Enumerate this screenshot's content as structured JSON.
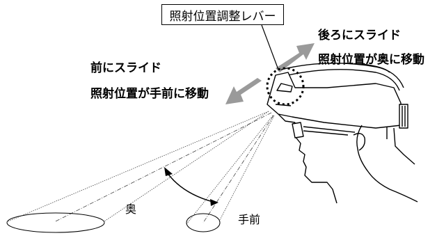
{
  "lever_label": "照射位置調整レバー",
  "back_slide": {
    "line1": "後ろにスライド",
    "line2": "照射位置が奥に移動"
  },
  "front_slide": {
    "line1": "前にスライド",
    "line2": "照射位置が手前に移動"
  },
  "far_label": "奥",
  "near_label": "手前",
  "colors": {
    "arrow": "#9a9a9a",
    "line": "#000000",
    "beam": "#555555"
  }
}
